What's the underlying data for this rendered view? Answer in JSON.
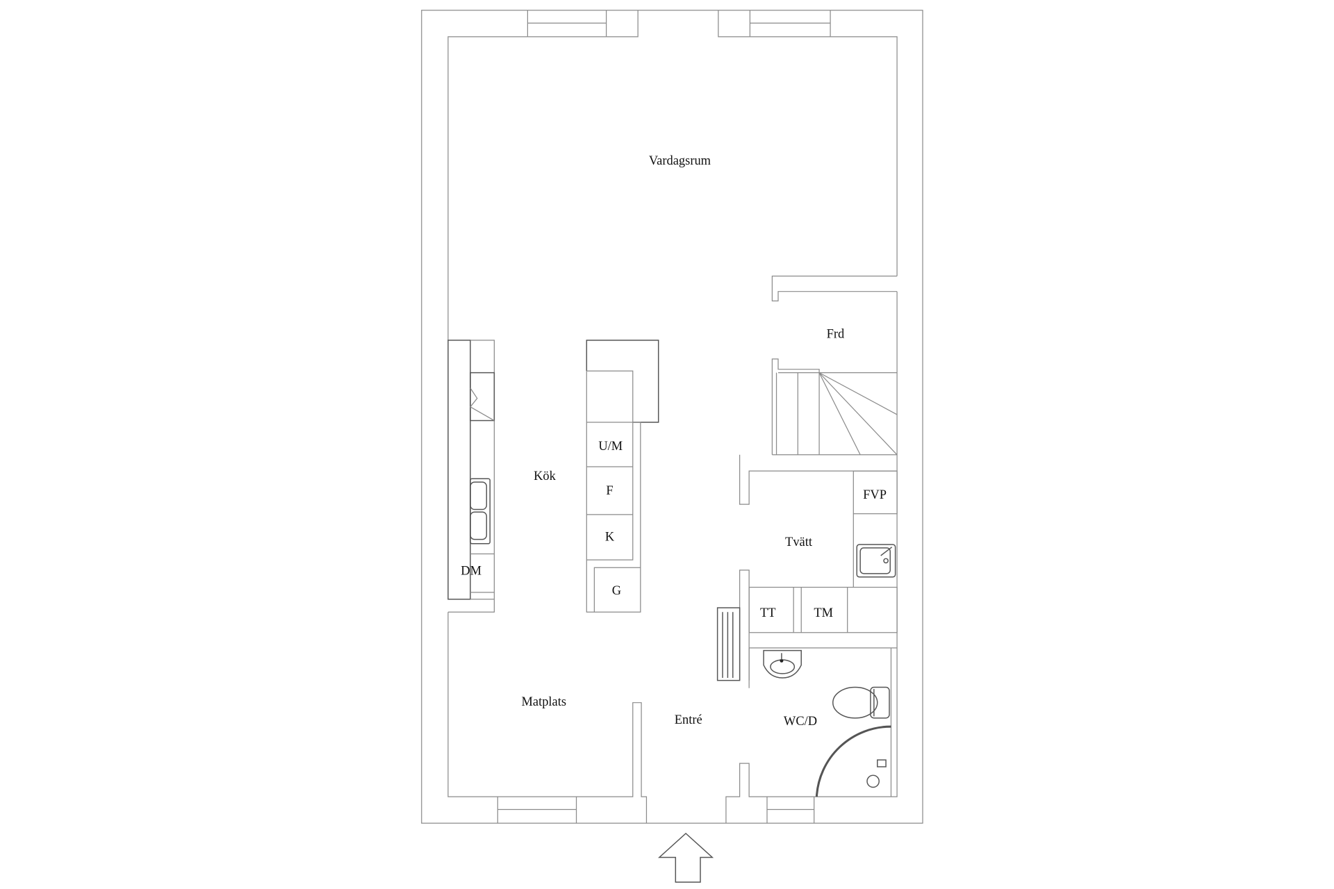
{
  "rooms": {
    "living": "Vardagsrum",
    "storage": "Frd",
    "kitchen": "Kök",
    "laundry": "Tvätt",
    "dining": "Matplats",
    "entrance": "Entré",
    "bathroom": "WC/D"
  },
  "appliances": {
    "dishwasher": "DM",
    "oven_microwave": "U/M",
    "freezer": "F",
    "fridge": "K",
    "heat_pump": "FVP",
    "dryer": "TT",
    "washer": "TM",
    "garbage": "G"
  },
  "entrance_arrow": "entrance-arrow-icon"
}
